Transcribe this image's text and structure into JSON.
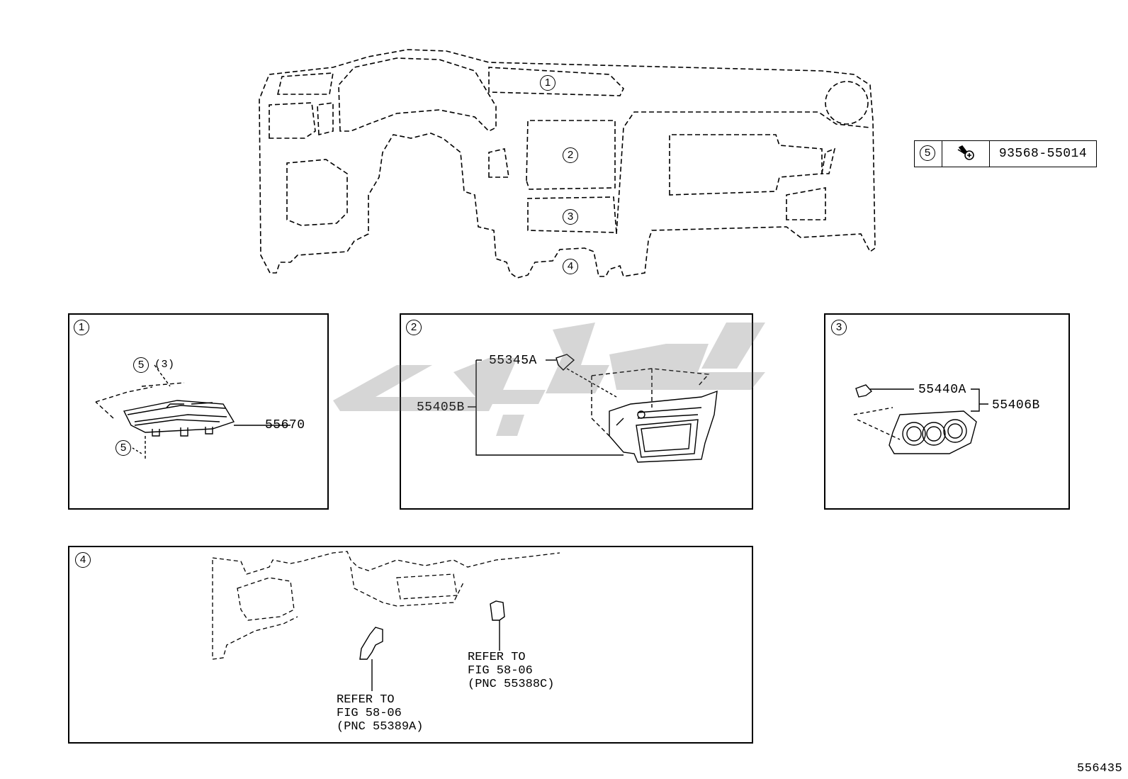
{
  "overview": {
    "callouts": [
      "1",
      "2",
      "3",
      "4"
    ]
  },
  "legend": {
    "ref": "5",
    "part_number": "93568-55014"
  },
  "panels": {
    "p1": {
      "ref": "1",
      "parts": {
        "main": "55670"
      },
      "notes": {
        "screw_top_ref": "5",
        "screw_top_qty": "(3)",
        "screw_bottom_ref": "5"
      }
    },
    "p2": {
      "ref": "2",
      "parts": {
        "clip": "55345A",
        "bezel": "55405B"
      }
    },
    "p3": {
      "ref": "3",
      "parts": {
        "clip": "55440A",
        "panel": "55406B"
      }
    },
    "p4": {
      "ref": "4",
      "refer_a": {
        "l1": "REFER TO",
        "l2": "FIG 58-06",
        "l3": "(PNC 55389A)"
      },
      "refer_c": {
        "l1": "REFER TO",
        "l2": "FIG 58-06",
        "l3": "(PNC 55388C)"
      }
    }
  },
  "figure_id": "556435"
}
